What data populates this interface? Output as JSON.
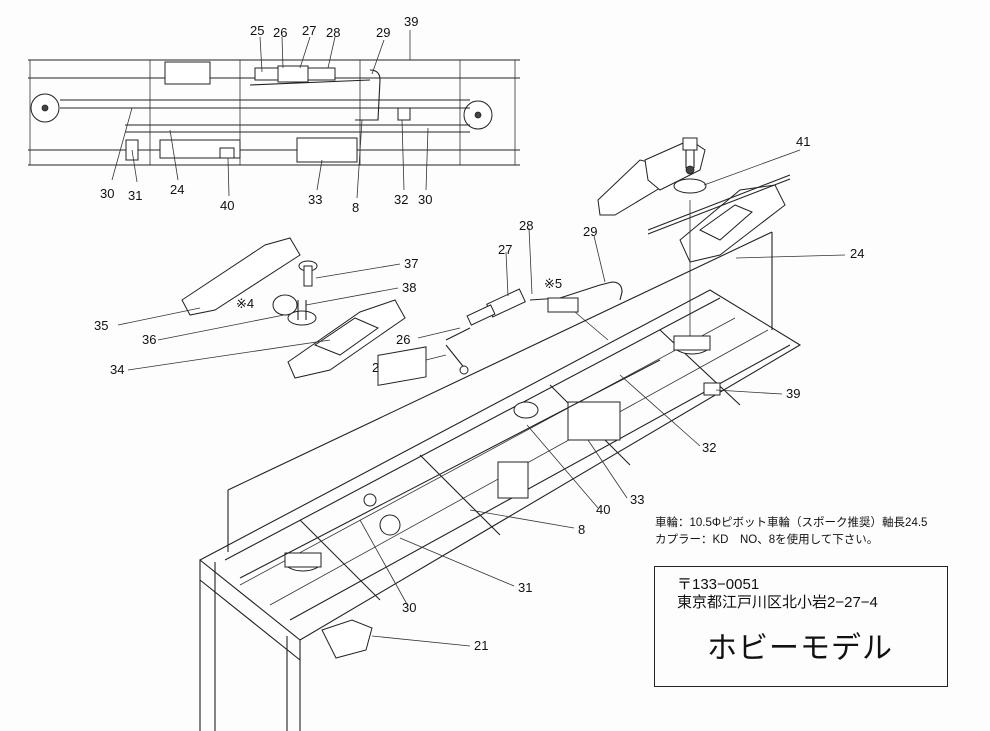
{
  "callouts": {
    "inset": {
      "n25": "25",
      "n26": "26",
      "n27": "27",
      "n28": "28",
      "n29": "29",
      "n39": "39",
      "n30a": "30",
      "n31": "31",
      "n24": "24",
      "n40": "40",
      "n33": "33",
      "n8": "8",
      "n32": "32",
      "n30b": "30"
    },
    "right_bogie": {
      "n41": "41",
      "n24": "24"
    },
    "left_bogie": {
      "n37": "37",
      "n38": "38",
      "mark4": "※4",
      "n35": "35",
      "n36": "36",
      "n34": "34"
    },
    "linkage": {
      "n28": "28",
      "n27": "27",
      "n29": "29",
      "mark5": "※5",
      "n26": "26",
      "n25": "25"
    },
    "frame": {
      "n39": "39",
      "n32": "32",
      "n40": "40",
      "n33": "33",
      "n8": "8",
      "n31": "31",
      "n30": "30",
      "n21": "21"
    }
  },
  "notes": {
    "line1": "車輪：10.5Φピボット車輪（スポーク推奨）軸長24.5",
    "line2": "カプラー：KD　NO、8を使用して下さい。"
  },
  "maker": {
    "postal": "〒133−0051",
    "address": "東京都江戸川区北小岩2−27−4",
    "name": "ホビーモデル"
  }
}
